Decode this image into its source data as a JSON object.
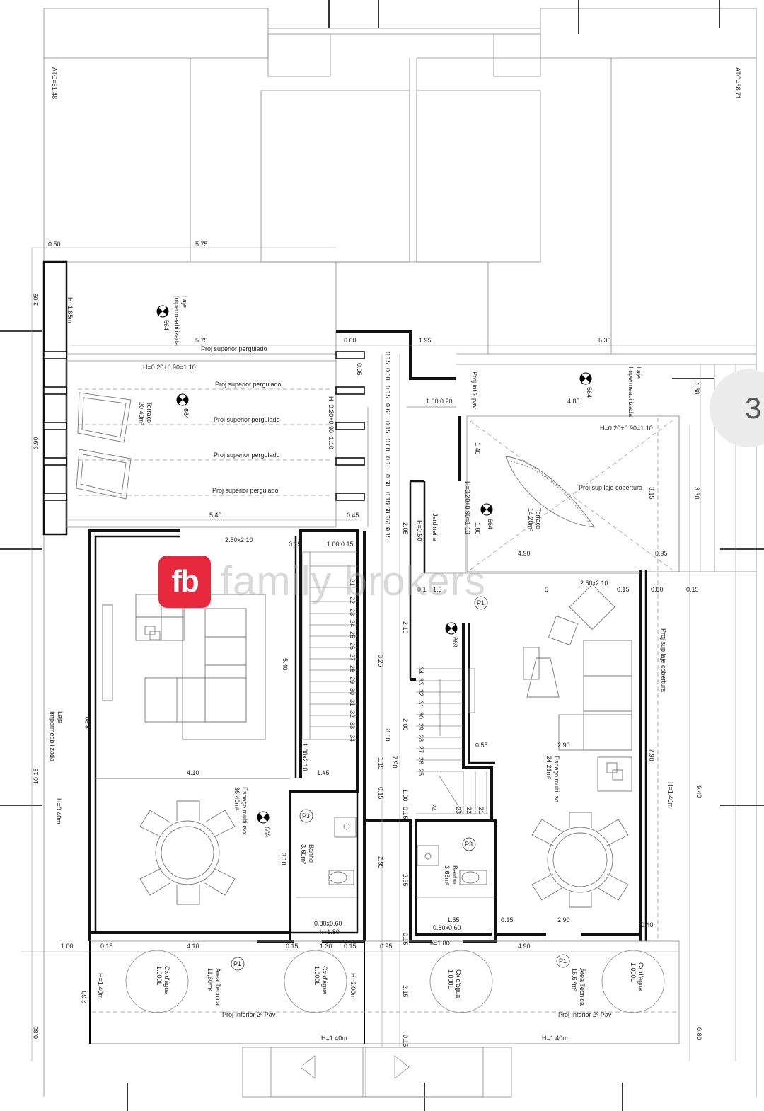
{
  "page_number": "3",
  "logo": {
    "mark": "fb",
    "wordmark": "family brokers",
    "brand_color": "#e8283c"
  },
  "atc_left": "ATC=51,48",
  "atc_right": "ATC=38,71",
  "dimensions": {
    "d050": "0.50",
    "d575a": "5.75",
    "d575b": "5.75",
    "d205a": "2.05",
    "d390": "3.90",
    "d060": "0.60",
    "d195": "1.95",
    "d635": "6.35",
    "d130": "1.30",
    "d485": "4.85",
    "d100_020": "1.00  0.20",
    "d330a": "3.30",
    "d315": "3.15",
    "d140": "1.40",
    "d190": "1.90",
    "d490a": "4.90",
    "d095a": "0.95",
    "d540h": "5.40",
    "d045": "0.45",
    "d015a": "0.15",
    "d100_015": "1.00   0.15",
    "d205b": "2.05",
    "d050b": "H=0.50",
    "d250_210a": "2.50x2.10",
    "d015b": "0.15",
    "d250_210b": "2.50x2.10",
    "d015c": "0.15",
    "d080": "0.80",
    "d015d": "0.15",
    "d210": "2.10",
    "d325": "3.25",
    "d540v": "5.40",
    "d880a": "8.80",
    "d880b": "8.80",
    "d200": "2.00",
    "d790a": "7.90",
    "d790b": "7.90",
    "d115": "1.15",
    "d100_2": "1.00",
    "d015e": "0.15",
    "d055": "0.55",
    "d290a": "2.90",
    "d410a": "4.10",
    "d145": "1.45",
    "d100_210": "1.00x2.10",
    "d1015": "10.15",
    "d940": "9.40",
    "d310": "3.10",
    "d295": "2.95",
    "d235": "2.35",
    "d155": "1.55",
    "d015f": "0.15",
    "d290b": "2.90",
    "d040": "0.40",
    "d080_060a": "0.80x0.60",
    "d080_060b": "0.80x0.60",
    "d100b": "1.00",
    "d015g": "0.15",
    "d410b": "4.10",
    "d015h": "0.15",
    "d130b": "1.30",
    "d015i": "0.15",
    "d095b": "0.95",
    "d015j": "0.15",
    "d490b": "4.90",
    "d230": "2.30",
    "d215": "2.15",
    "d080b": "0.80",
    "d015k": "0.15",
    "d080c": "0.80",
    "d015l": "0.15",
    "d010": "0.05",
    "d015m": "0.15"
  },
  "stair_dims": [
    "0.15",
    "0.60",
    "0.15",
    "0.60",
    "0.15",
    "0.60",
    "0.15",
    "0.60",
    "0.15",
    "0.60"
  ],
  "stair_left_numbers": [
    "21",
    "22",
    "23",
    "24",
    "25",
    "26",
    "27",
    "28",
    "29",
    "30",
    "31",
    "32",
    "33",
    "34"
  ],
  "stair_right_top": [
    "34",
    "33",
    "32",
    "31",
    "30",
    "29",
    "28",
    "27",
    "26",
    "25"
  ],
  "stair_right_bottom": [
    "24",
    "23",
    "22",
    "21"
  ],
  "heights": {
    "h185": "H=1.85m",
    "h_terraco_a": "H=0.20+0.90=1.10",
    "h_terraco_b": "H=0.20+0.90=1.10",
    "h_mid_a": "H=0.20+0.90=1.10",
    "h_mid_b": "H=0.20+0.90=1.10",
    "h_right": "H=1.40m",
    "h_left": "H=0.40m",
    "h_caixa_l": "H=1.40m",
    "h_caixa_m": "H=2.00m",
    "h_bottom_l": "H=1.40m",
    "h_bottom_r": "H=1.40m",
    "h180a": "h=1.80",
    "h180b": "h=1.80"
  },
  "labels": {
    "laje_imp_top": "Laje\nImpermeabilizada",
    "laje_imp_right": "Laje\nImpermeabilizada",
    "laje_imp_left": "Laje\nImpermeabilizada",
    "proj_perg_1": "Proj superior pergulado",
    "proj_perg_2": "Proj superior pergulado",
    "proj_perg_3": "Proj superior pergulado",
    "proj_perg_4": "Proj superior pergulado",
    "proj_perg_5": "Proj superior pergulado",
    "terraco_left": "Terraço\n20,40m²",
    "terraco_right": "Terraço\n14,20m²",
    "proj_inf": "Proj inf 2 pav",
    "proj_sup_cob_a": "Proj sup laje cobertura",
    "proj_sup_cob_b": "Proj sup laje cobertura",
    "jardineira": "Jardineira",
    "espaco_left": "Espaço multiuso\n36,40m²",
    "espaco_right": "Espaço multiuso\n24,21m²",
    "banho_left": "Banho\n3,60m²",
    "banho_right": "Banho\n3,65m²",
    "area_tec_left": "Área Técnica\n11,60m²",
    "area_tec_right": "Área Técnica\n16,67m²",
    "caixa_1": "Cx d'água\n1.000L",
    "caixa_2": "Cx d'água\n1.000L",
    "caixa_3": "Cx d'água\n1.000L",
    "caixa_4": "Cx d'água\n1.000L",
    "proj_inf_2pav_l": "Proj Inferior 2º Pav",
    "proj_inf_2pav_r": "Proj Inferior 2º Pav",
    "p1_a": "P1",
    "p1_b": "P1",
    "p1_c": "P1",
    "p3_a": "P3",
    "p3_b": "P3",
    "lvl_664a": "664",
    "lvl_664b": "664",
    "lvl_664c": "664",
    "lvl_664d": "664",
    "lvl_669a": "669",
    "lvl_669b": "669"
  }
}
